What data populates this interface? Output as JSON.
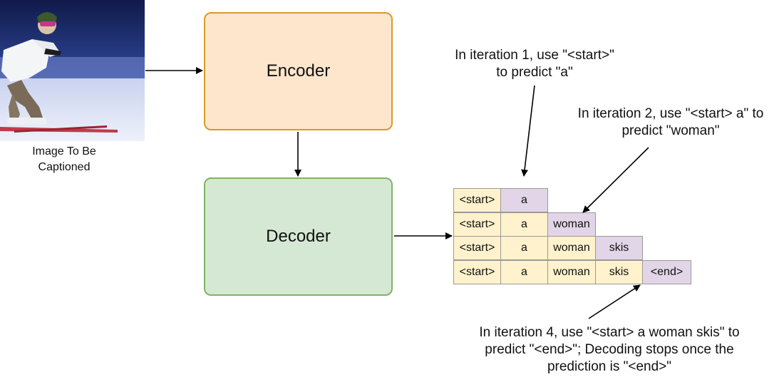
{
  "colors": {
    "encoder_fill": "#fde6cc",
    "encoder_border": "#d79b2a",
    "decoder_fill": "#d5e8d4",
    "decoder_border": "#82b366",
    "token_yellow": "#fff2cc",
    "token_purple": "#e1d5e7",
    "arrow": "#000000"
  },
  "image_caption": "Image To Be Captioned",
  "encoder": {
    "label": "Encoder"
  },
  "decoder": {
    "label": "Decoder"
  },
  "token_table": {
    "rows": [
      [
        {
          "text": "<start>",
          "highlight": false
        },
        {
          "text": "a",
          "highlight": true
        }
      ],
      [
        {
          "text": "<start>",
          "highlight": false
        },
        {
          "text": "a",
          "highlight": false
        },
        {
          "text": "woman",
          "highlight": true
        }
      ],
      [
        {
          "text": "<start>",
          "highlight": false
        },
        {
          "text": "a",
          "highlight": false
        },
        {
          "text": "woman",
          "highlight": false
        },
        {
          "text": "skis",
          "highlight": true
        }
      ],
      [
        {
          "text": "<start>",
          "highlight": false
        },
        {
          "text": "a",
          "highlight": false
        },
        {
          "text": "woman",
          "highlight": false
        },
        {
          "text": "skis",
          "highlight": false
        },
        {
          "text": "<end>",
          "highlight": true
        }
      ]
    ]
  },
  "notes": {
    "iteration1": "In iteration 1, use \"<start>\" to predict \"a\"",
    "iteration2": "In iteration 2, use \"<start> a\" to predict \"woman\"",
    "iteration4": "In iteration 4, use \"<start> a woman skis\" to predict \"<end>\"; Decoding stops once the prediction is \"<end>\""
  }
}
